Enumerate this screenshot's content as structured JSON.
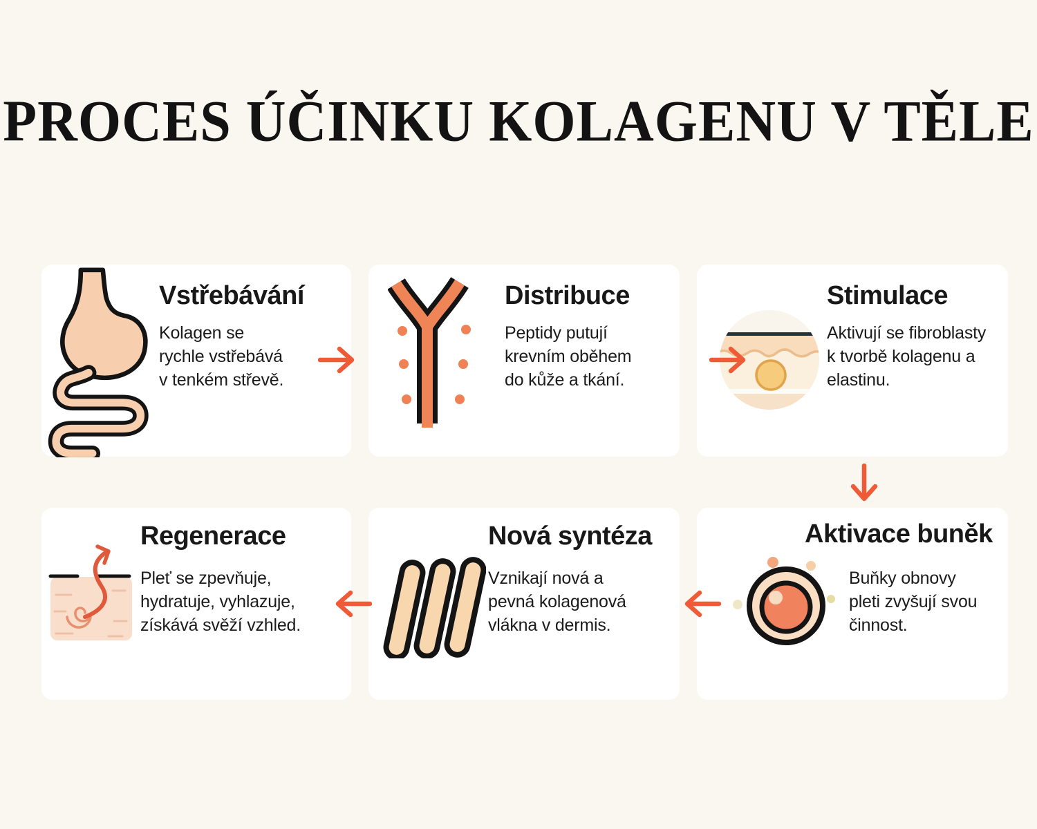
{
  "page": {
    "title": "PROCES ÚČINKU KOLAGENU V TĚLE",
    "language": "cs",
    "colors": {
      "background": "#FAF7F0",
      "card": "#FFFFFF",
      "ink": "#141414",
      "accent_arrow": "#EE5B36",
      "peach": "#F8CFAE",
      "salmon": "#EF8456",
      "fiber": "#F8D6AE",
      "cell_core": "#F0835D",
      "yellow_cell": "#F6CB7C"
    }
  },
  "steps": [
    {
      "title": "Vstřebávání",
      "icon": "stomach-intestine-icon",
      "lines": [
        "Kolagen se",
        "rychle vstřebává",
        "v tenkém střevě."
      ]
    },
    {
      "title": "Distribuce",
      "icon": "blood-vessel-icon",
      "lines": [
        "Peptidy putují",
        "krevním oběhem",
        "do kůže a tkání."
      ]
    },
    {
      "title": "Stimulace",
      "icon": "skin-layers-icon",
      "lines": [
        "Aktivují se fibroblasty",
        "k tvorbě kolagenu a",
        "elastinu."
      ]
    },
    {
      "title": "Aktivace buněk",
      "icon": "cell-icon",
      "lines": [
        "Buňky obnovy",
        "pleti zvyšují svou",
        "činnost."
      ]
    },
    {
      "title": "Nová syntéza",
      "icon": "collagen-fibers-icon",
      "lines": [
        "Vznikají nová a",
        "pevná kolagenová",
        "vlákna v dermis."
      ]
    },
    {
      "title": "Regenerace",
      "icon": "skin-regeneration-icon",
      "lines": [
        "Pleť se zpevňuje,",
        "hydratuje, vyhlazuje,",
        "získává svěží vzhled."
      ]
    }
  ],
  "flow": [
    {
      "from": "Vstřebávání",
      "to": "Distribuce",
      "direction": "right"
    },
    {
      "from": "Distribuce",
      "to": "Stimulace",
      "direction": "right"
    },
    {
      "from": "Stimulace",
      "to": "Aktivace buněk",
      "direction": "down"
    },
    {
      "from": "Aktivace buněk",
      "to": "Nová syntéza",
      "direction": "left"
    },
    {
      "from": "Nová syntéza",
      "to": "Regenerace",
      "direction": "left"
    }
  ]
}
